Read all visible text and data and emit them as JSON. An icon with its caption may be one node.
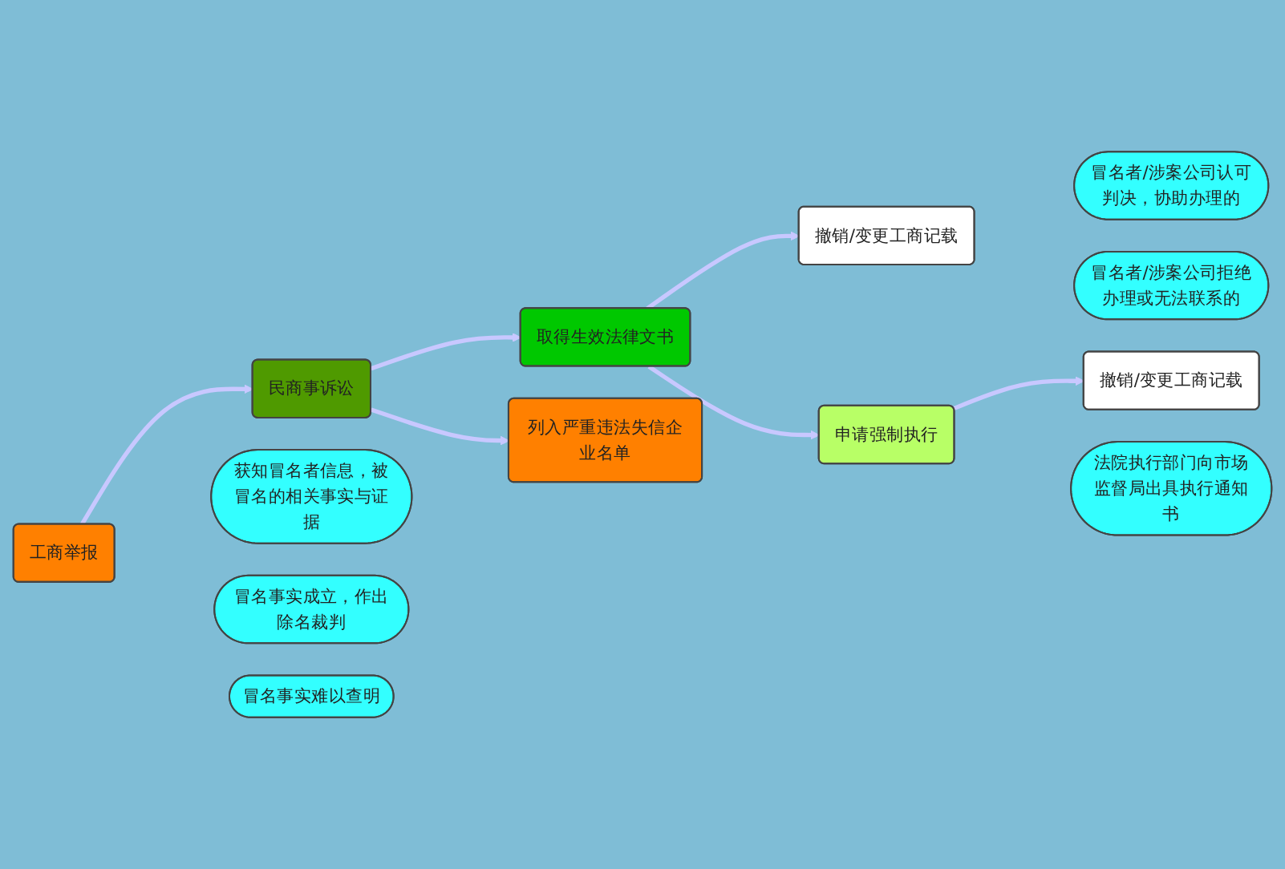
{
  "diagram": {
    "nodes": [
      {
        "text": [
          "工商举报"
        ]
      },
      {
        "text": [
          "民商事诉讼"
        ]
      },
      {
        "text": [
          "获知冒名者信息，被冒名的相关事实与证据"
        ]
      },
      {
        "text": [
          "取得生效法律文书"
        ]
      },
      {
        "text": [
          "冒名事实成立，作出除名裁判"
        ]
      },
      {
        "text": [
          "冒名者/涉案公司认可判决，协助办理的"
        ]
      },
      {
        "text": [
          "撤销/变更工商记载"
        ]
      },
      {
        "text": [
          "冒名者/涉案公司拒绝办理或无法联系的"
        ]
      },
      {
        "text": [
          "申请强制执行"
        ]
      },
      {
        "text": [
          "法院执行部门向市场监督局出具执行通知书"
        ]
      },
      {
        "text": [
          "撤销/变更工商记载"
        ]
      },
      {
        "text": [
          "冒名事实难以查明"
        ]
      },
      {
        "text": [
          "列入严重违法失信企业名单"
        ]
      }
    ],
    "edges": [
      {
        "from": 0,
        "to": 1,
        "arrow": "to"
      },
      {
        "from": 1,
        "to": 3,
        "arrow": "to"
      },
      {
        "from": 1,
        "to": 12,
        "arrow": "to"
      },
      {
        "from": 3,
        "to": 6,
        "arrow": "to"
      },
      {
        "from": 3,
        "to": 8,
        "arrow": "to"
      },
      {
        "from": 8,
        "to": 10,
        "arrow": "to"
      }
    ]
  }
}
